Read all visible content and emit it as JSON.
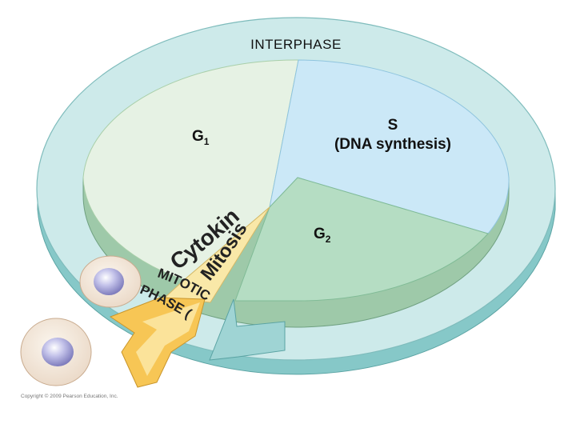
{
  "diagram": {
    "title": "INTERPHASE",
    "phases": {
      "g1": {
        "letter": "G",
        "subscript": "1"
      },
      "s": {
        "line1": "S",
        "line2": "(DNA synthesis)"
      },
      "g2": {
        "letter": "G",
        "subscript": "2"
      },
      "cytokinesis": "Cytokinesis",
      "mitosis": "Mitosis",
      "mitotic_phase_line1": "MITOTIC",
      "mitotic_phase_line2": "PHASE (M)"
    },
    "copyright": "Copyright © 2009 Pearson Education, Inc."
  },
  "colors": {
    "ring_top": "#cdeaea",
    "ring_side": "#86c8c8",
    "g1": "#e6f2e4",
    "s_phase": "#cbe8f7",
    "g2": "#b5ddc3",
    "mitotic": "#f9e8a8",
    "mitotic_arrow": "#f7c655",
    "cell": "#f4ebe0",
    "nucleus": "#a9a8da"
  }
}
